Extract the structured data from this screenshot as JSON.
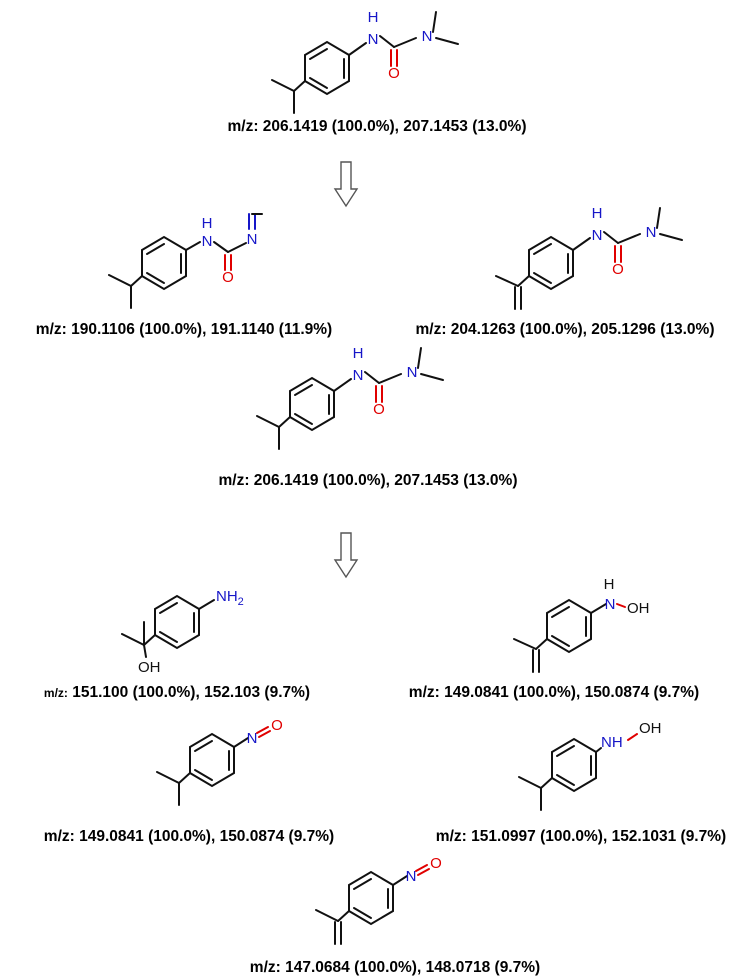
{
  "colors": {
    "nitrogen": "#1616c8",
    "oxygen": "#e00000",
    "bond": "#111111"
  },
  "atoms": {
    "H": "H",
    "N": "N",
    "O": "O",
    "NH2_N": "NH",
    "NH2_sub": "2",
    "OH": "OH"
  },
  "mz_prefix": "m/z:",
  "structures": [
    {
      "name": "isoproturon-top",
      "mz": "206.1419 (100.0%), 207.1453 (13.0%)"
    },
    {
      "name": "imine-product",
      "mz": "190.1106 (100.0%), 191.1140 (11.9%)"
    },
    {
      "name": "isopropenyl-product",
      "mz": "204.1263 (100.0%), 205.1296 (13.0%)"
    },
    {
      "name": "isoproturon-middle",
      "mz": "206.1419 (100.0%), 207.1453 (13.0%)"
    },
    {
      "name": "hydroxy-aniline",
      "mz": "151.100 (100.0%), 152.103 (9.7%)"
    },
    {
      "name": "isopropenyl-hydroxylamine",
      "mz": "149.0841 (100.0%), 150.0874 (9.7%)"
    },
    {
      "name": "isopropyl-nitroso",
      "mz": "149.0841 (100.0%), 150.0874 (9.7%)"
    },
    {
      "name": "isopropyl-hydroxylamine",
      "mz": "151.0997 (100.0%), 152.1031 (9.7%)"
    },
    {
      "name": "isopropenyl-nitroso",
      "mz": "147.0684 (100.0%), 148.0718 (9.7%)"
    }
  ]
}
